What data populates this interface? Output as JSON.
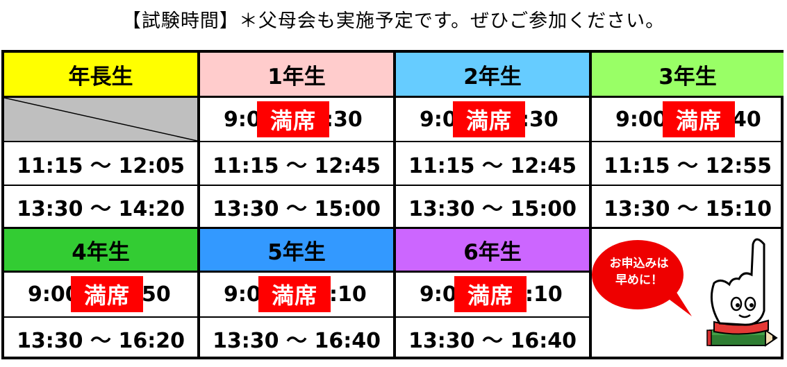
{
  "title": "【試験時間】＊父母会も実施予定です。ぜひご参加ください。",
  "colors": {
    "kinder": "#ffff00",
    "grade1": "#ffcccc",
    "grade2": "#66ccff",
    "grade3": "#99ff66",
    "grade4": "#33cc33",
    "grade5": "#3399ff",
    "grade6": "#cc66ff",
    "full_badge": "#ff0000",
    "diagonal_cell": "#bfbfbf"
  },
  "top": {
    "kinder": {
      "label": "年長生",
      "row2": "11:15 〜 12:05",
      "row3": "13:30 〜 14:20"
    },
    "grade1": {
      "label": "1年生",
      "row1_left": "9:0",
      "row1_right": ":30",
      "badge": "満席",
      "row2": "11:15 〜 12:45",
      "row3": "13:30 〜 15:00"
    },
    "grade2": {
      "label": "2年生",
      "row1_left": "9:0",
      "row1_right": ":30",
      "badge": "満席",
      "row2": "11:15 〜 12:45",
      "row3": "13:30 〜 15:00"
    },
    "grade3": {
      "label": "3年生",
      "row1_left": "9:00",
      "row1_right": "40",
      "badge": "満席",
      "row2": "11:15 〜 12:55",
      "row3": "13:30 〜 15:10"
    }
  },
  "bottom": {
    "grade4": {
      "label": "4年生",
      "row1_left": "9:00",
      "row1_right": ":50",
      "badge": "満席",
      "row2": "13:30 〜 16:20"
    },
    "grade5": {
      "label": "5年生",
      "row1_left": "9:0",
      "row1_right": ":10",
      "badge": "満席",
      "row2": "13:30 〜 16:40"
    },
    "grade6": {
      "label": "6年生",
      "row1_left": "9:0",
      "row1_right": ":10",
      "badge": "満席",
      "row2": "13:30 〜 16:40"
    }
  },
  "callout": {
    "line1": "お申込みは",
    "line2": "早めに！"
  }
}
